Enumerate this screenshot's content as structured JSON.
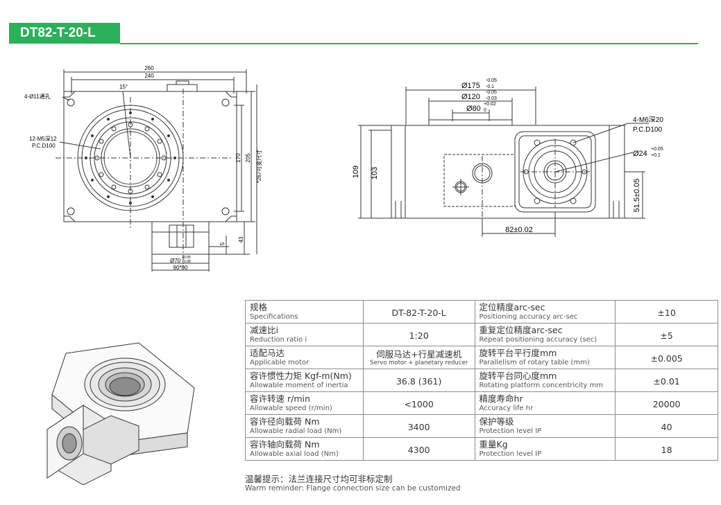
{
  "header": {
    "model": "DT82-T-20-L"
  },
  "drawing_left": {
    "dim_260": "260",
    "dim_240": "240",
    "angle_15": "15°",
    "hole_note": "4-Ø11通孔",
    "thread_note_1": "12-M5深12",
    "thread_note_2": "P.C.D100",
    "dim_170": "170",
    "dim_205": "205",
    "dim_267": "*267可变尺寸",
    "dim_5": "5",
    "dim_43": "43",
    "dim_70_base": "Ø70",
    "dim_70_tol_up": "+0.05",
    "dim_70_tol_down": "+0.08",
    "dim_90": "90*90"
  },
  "drawing_right": {
    "d175_base": "Ø175",
    "d175_tol_up": "-0.05",
    "d175_tol_down": "-0.1",
    "d120_base": "Ø120",
    "d120_tol_up": "-0.05",
    "d120_tol_down": "-0.03",
    "d80_base": "Ø80",
    "d80_tol_up": "+0.02",
    "d80_tol_down": "0",
    "m6_note_1": "4-M6深20",
    "m6_note_2": "P.C.D100",
    "d24_base": "Ø24",
    "d24_tol_up": "+0.05",
    "d24_tol_down": "+0.1",
    "dim_109": "109",
    "dim_103": "103",
    "dim_51_5": "51.5±0.05",
    "dim_82": "82±0.02"
  },
  "specs": {
    "rows": [
      {
        "l_zh": "规格",
        "l_en": "Specifications",
        "l_val": "DT-82-T-20-L",
        "r_zh": "定位精度arc-sec",
        "r_en": "Positioning accuracy arc-sec",
        "r_val": "±10"
      },
      {
        "l_zh": "减速比i",
        "l_en": "Reduction ratio i",
        "l_val": "1:20",
        "r_zh": "重复定位精度arc-sec",
        "r_en": "Repeat positioning accuracy (sec)",
        "r_val": "±5"
      },
      {
        "l_zh": "适配马达",
        "l_en": "Applicable motor",
        "l_val": "伺服马达+行星减速机",
        "l_val_sub": "Servo motor + planetary reducer",
        "r_zh": "旋转平台平行度mm",
        "r_en": "Parallelism of rotary table (mm)",
        "r_val": "±0.005"
      },
      {
        "l_zh": "容许惯性力矩 Kgf-m(Nm)",
        "l_en": "Allowable moment of inertia",
        "l_val": "36.8 (361)",
        "r_zh": "旋转平台同心度mm",
        "r_en": "Rotating platform concentricity mm",
        "r_val": "±0.01"
      },
      {
        "l_zh": "容许转速 r/min",
        "l_en": "Allowable speed (r/min)",
        "l_val": "<1000",
        "r_zh": "精度寿命hr",
        "r_en": "Accuracy life hr",
        "r_val": "20000"
      },
      {
        "l_zh": "容许径向载荷 Nm",
        "l_en": "Allowable radial load (Nm)",
        "l_val": "3400",
        "r_zh": "保护等级",
        "r_en": "Protection level IP",
        "r_val": "40"
      },
      {
        "l_zh": "容许轴向载荷 Nm",
        "l_en": "Allowable axial load (Nm)",
        "l_val": "4300",
        "r_zh": "重量Kg",
        "r_en": "Protection level IP",
        "r_val": "18"
      }
    ]
  },
  "reminder": {
    "zh": "温馨提示：法兰连接尺寸均可非标定制",
    "en": "Warm reminder: Flange connection size can be customized"
  },
  "colors": {
    "accent": "#2bb05b",
    "line": "#333333",
    "grid": "#8c8c8c"
  }
}
